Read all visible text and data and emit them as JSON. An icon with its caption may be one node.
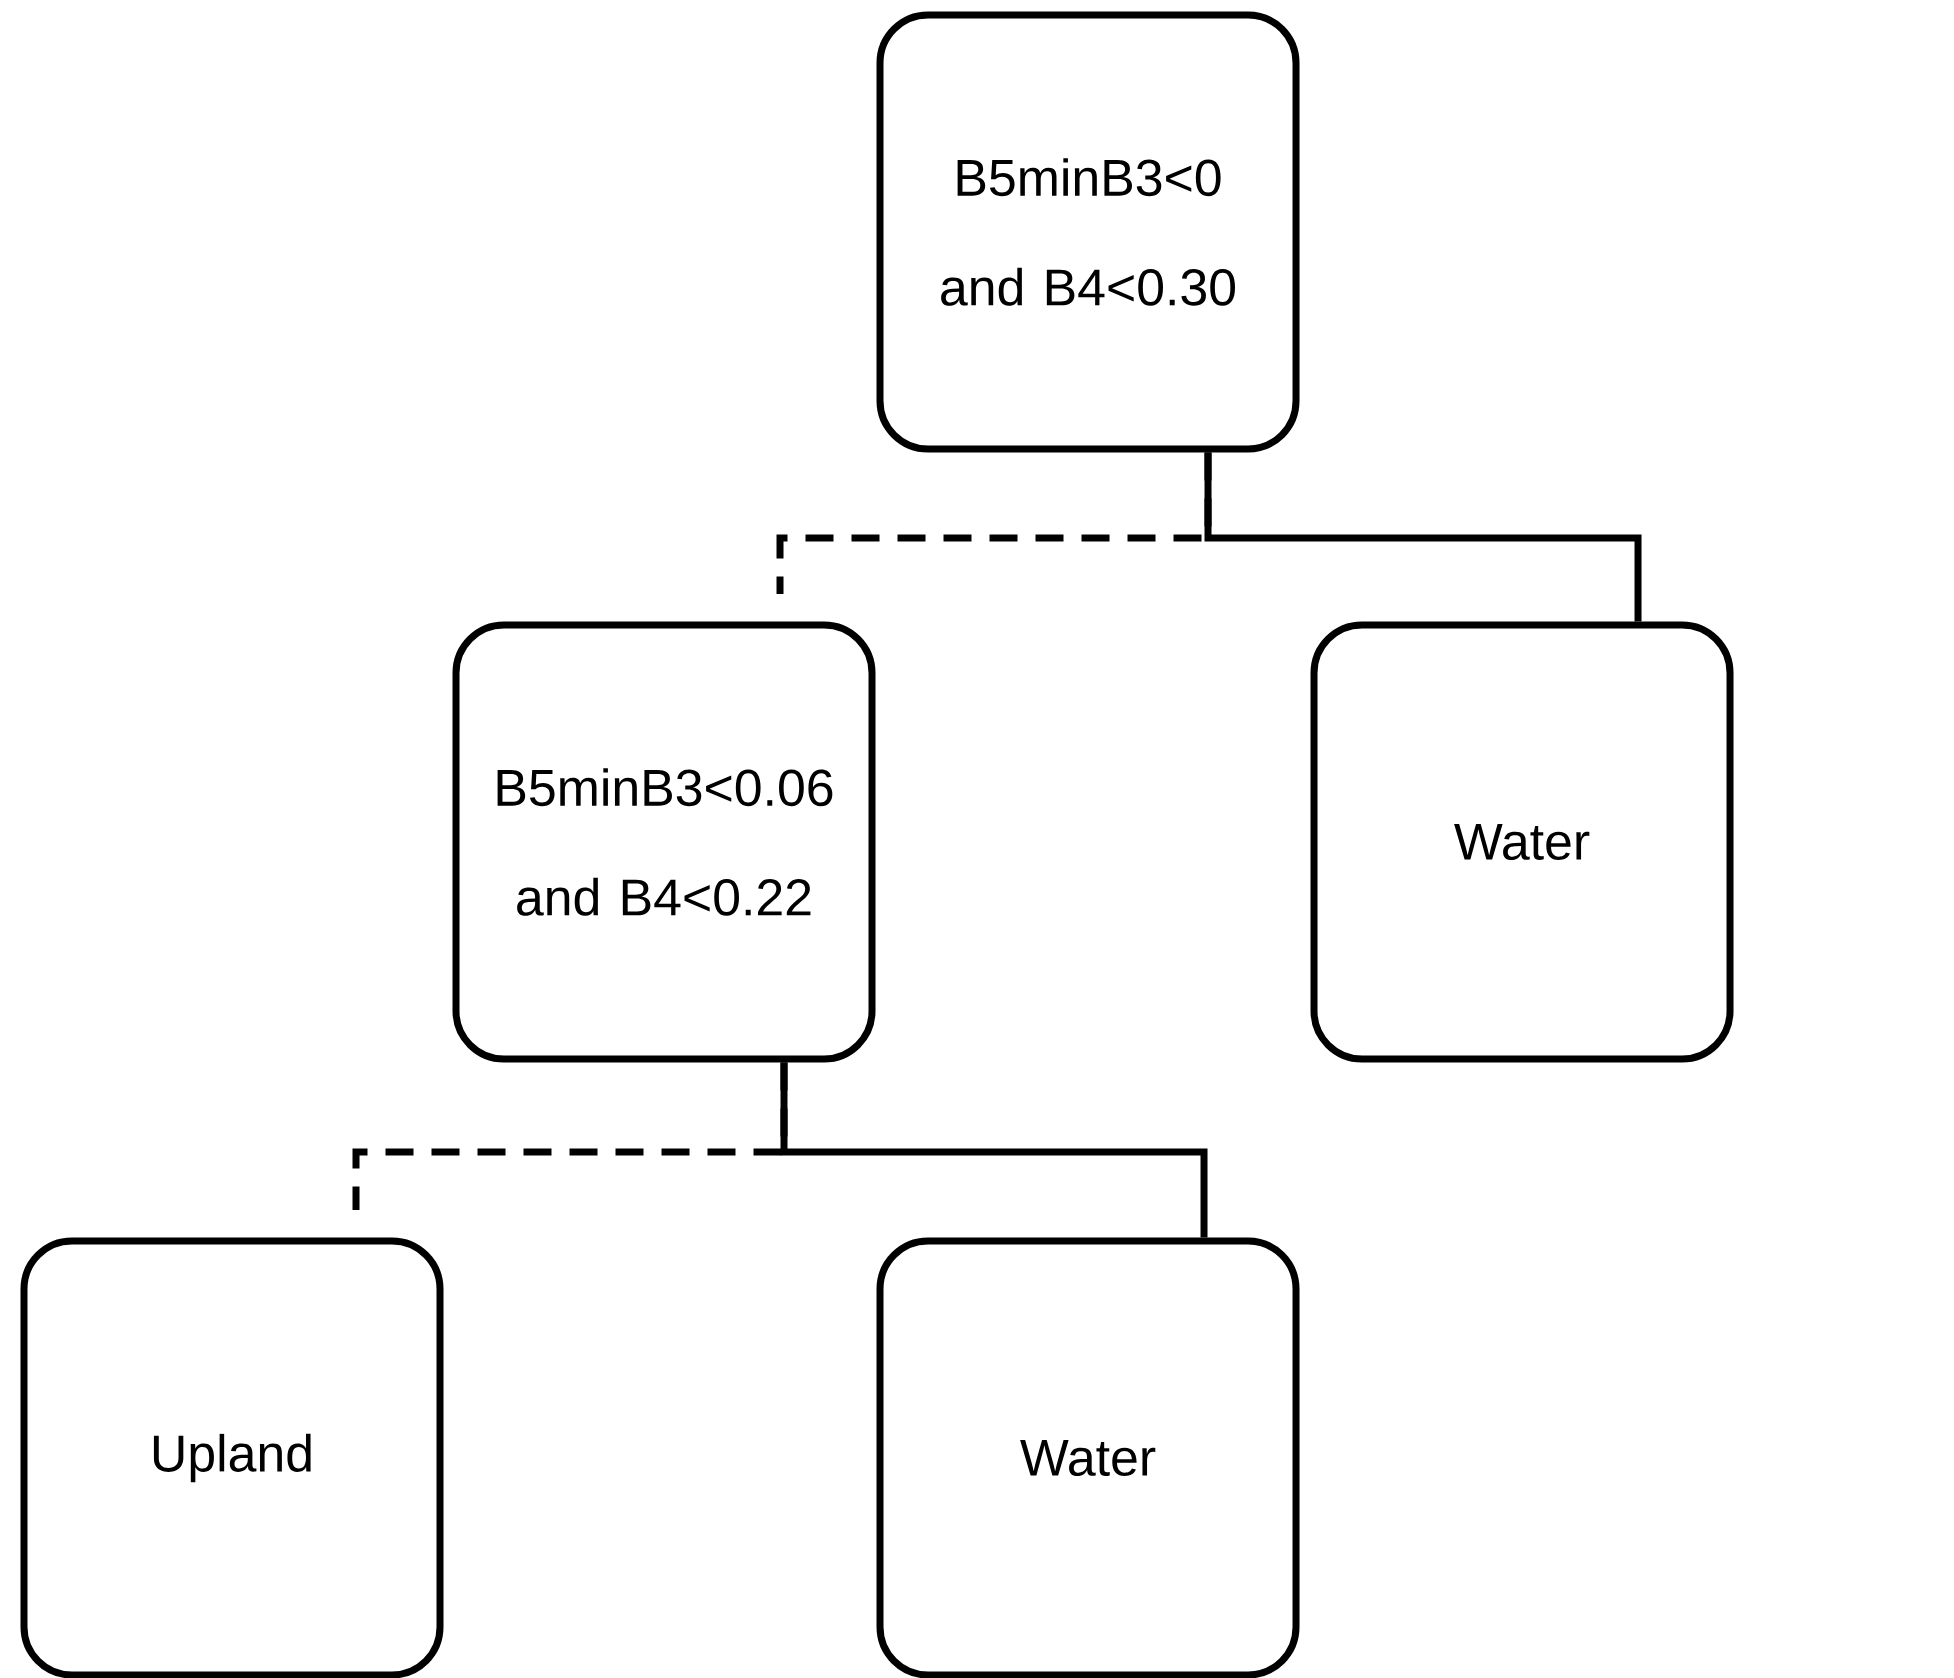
{
  "diagram": {
    "nodes": [
      {
        "text": [
          "B5minB3<0 and B4<0.30"
        ]
      },
      {
        "text": [
          "B5minB3<0.06 and B4<0.22"
        ]
      },
      {
        "text": [
          "Water"
        ]
      },
      {
        "text": [
          "Upland"
        ]
      },
      {
        "text": [
          "Water"
        ]
      }
    ],
    "edges": [
      {
        "from": 0,
        "to": 1,
        "arrow": "none",
        "style": "dashed"
      },
      {
        "from": 0,
        "to": 2,
        "arrow": "none"
      },
      {
        "from": 1,
        "to": 3,
        "arrow": "none",
        "style": "dashed"
      },
      {
        "from": 1,
        "to": 4,
        "arrow": "none"
      }
    ]
  }
}
